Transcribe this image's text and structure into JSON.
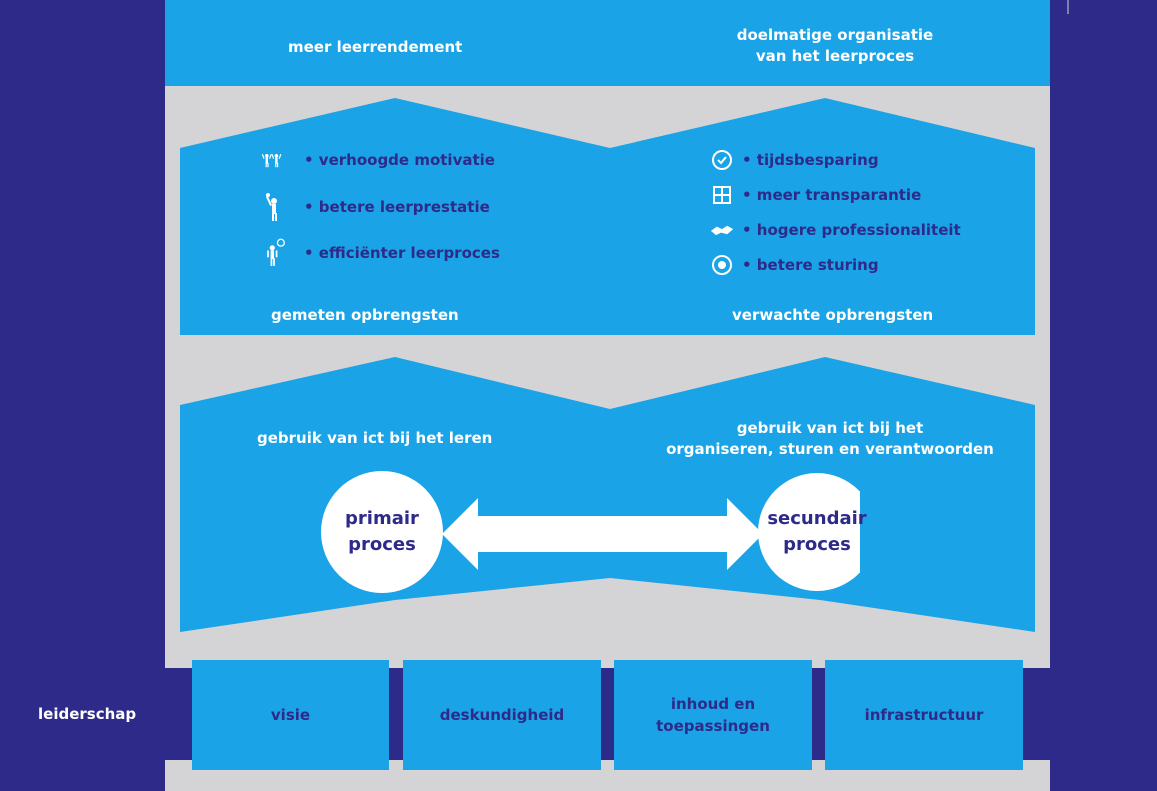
{
  "top_bar": {
    "left_text": "meer leerrendement",
    "right_text_line1": "doelmatige organisatie",
    "right_text_line2": "van het leerproces"
  },
  "measured": {
    "items": [
      {
        "icon": "cheering-people-icon",
        "label": "• verhoogde motivatie"
      },
      {
        "icon": "person-reaching-icon",
        "label": "• betere leerprestatie"
      },
      {
        "icon": "person-clock-icon",
        "label": "• efficiënter leerproces"
      }
    ],
    "footer": "gemeten opbrengsten"
  },
  "expected": {
    "items": [
      {
        "icon": "clock-icon",
        "label": "• tijdsbesparing"
      },
      {
        "icon": "grid-window-icon",
        "label": "• meer transparantie"
      },
      {
        "icon": "handshake-icon",
        "label": "• hogere professionaliteit"
      },
      {
        "icon": "steering-target-icon",
        "label": "• betere sturing"
      }
    ],
    "footer": "verwachte opbrengsten"
  },
  "ict": {
    "left_heading": "gebruik van ict  bij het leren",
    "right_heading_line1": "gebruik van ict bij het",
    "right_heading_line2": "organiseren, sturen en verantwoorden",
    "primary_line1": "primair",
    "primary_line2": "proces",
    "secondary_line1": "secundair",
    "secondary_line2": "proces"
  },
  "foundation": {
    "arrow_label": "leiderschap",
    "pillars": [
      {
        "line1": "visie",
        "line2": ""
      },
      {
        "line1": "deskundigheid",
        "line2": ""
      },
      {
        "line1": "inhoud en",
        "line2": "toepassingen"
      },
      {
        "line1": "infrastructuur",
        "line2": ""
      }
    ]
  },
  "colors": {
    "background": "#2e2a8a",
    "panel": "#d4d4d6",
    "blue": "#1aa3e6",
    "white": "#ffffff"
  }
}
